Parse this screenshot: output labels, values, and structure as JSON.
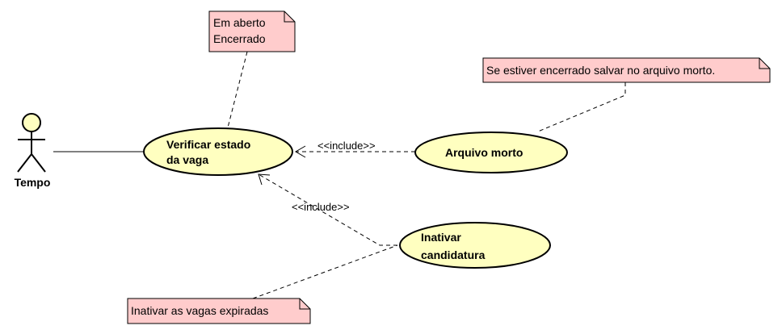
{
  "actor": {
    "name": "Tempo"
  },
  "use_cases": {
    "verify": {
      "line1": "Verificar estado",
      "line2": "da vaga"
    },
    "archive": {
      "line1": "Arquivo morto"
    },
    "inactivate": {
      "line1": "Inativar",
      "line2": "candidatura"
    }
  },
  "notes": {
    "status": {
      "line1": "Em aberto",
      "line2": "Encerrado"
    },
    "archive": {
      "line1": "Se estiver encerrado salvar no arquivo morto."
    },
    "expired": {
      "line1": "Inativar as vagas expiradas"
    }
  },
  "relations": {
    "include_archive": "<<include>>",
    "include_inactivate": "<<include>>"
  },
  "colors": {
    "use_case_fill": "#ffffc0",
    "note_fill": "#ffcccc",
    "actor_fill": "#ffffc0",
    "stroke": "#000000"
  }
}
